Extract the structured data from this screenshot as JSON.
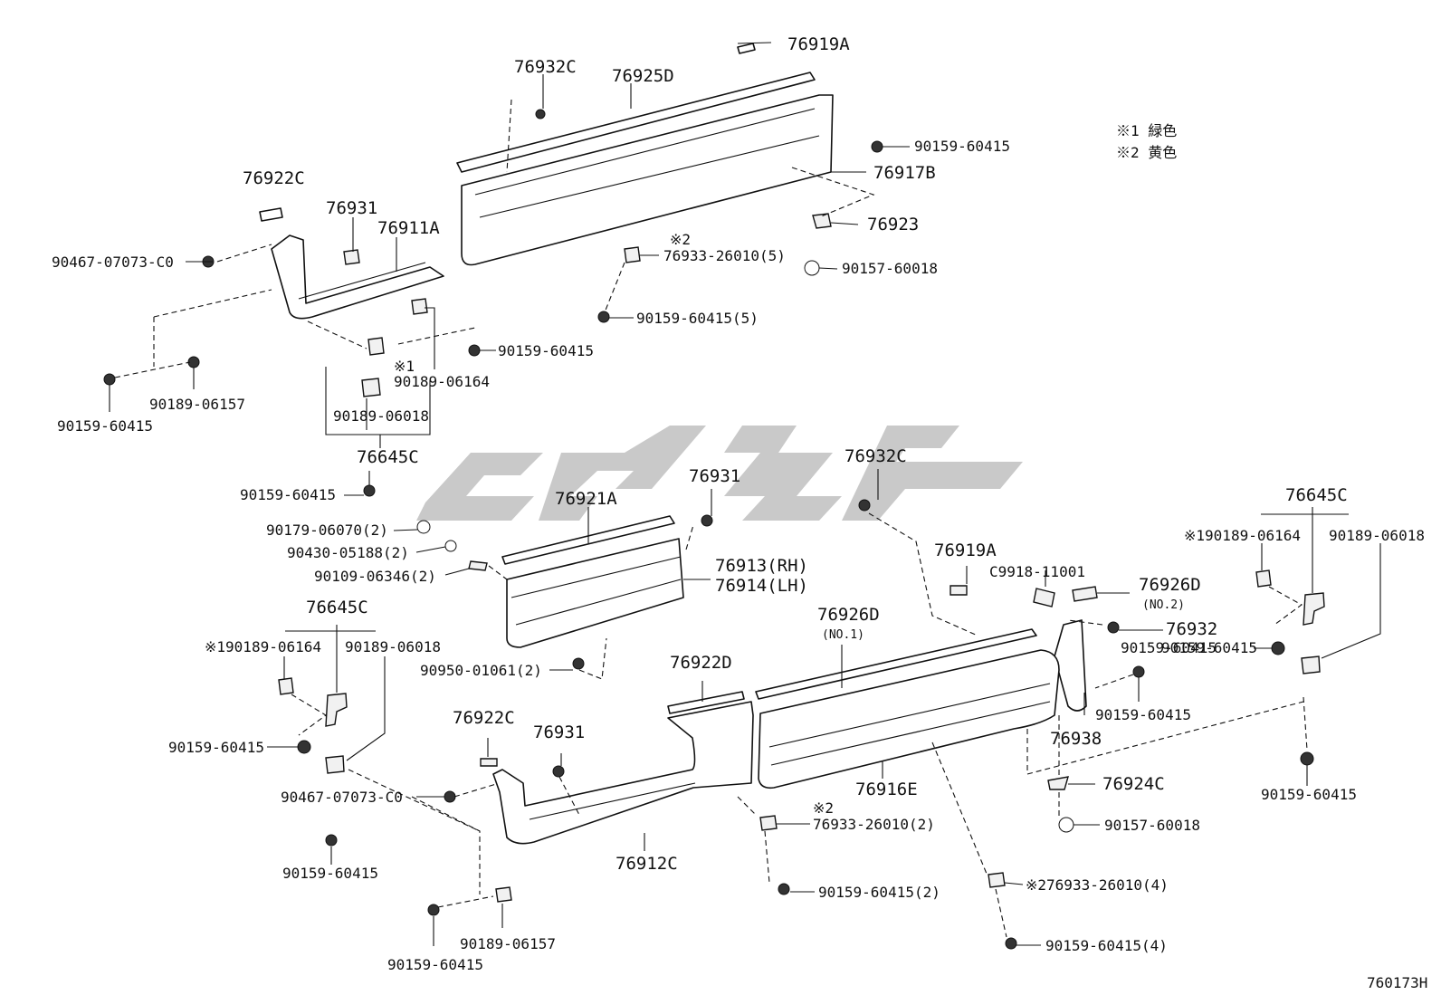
{
  "legend": {
    "note1": "※1 緑色",
    "note2": "※2 黄色"
  },
  "diagram_code": "760173H",
  "upper_assembly": {
    "p76919A": "76919A",
    "p76932C": "76932C",
    "p76925D": "76925D",
    "p90159_60415_a": "90159-60415",
    "p76917B": "76917B",
    "p76923": "76923",
    "p90157_60018": "90157-60018",
    "mark2": "※2",
    "p76933_26010_5": "76933-26010(5)",
    "p90159_60415_5": "90159-60415(5)",
    "p76922C": "76922C",
    "p76931": "76931",
    "p76911A": "76911A",
    "p90467_07073": "90467-07073-C0",
    "p90159_60415_b": "90159-60415",
    "mark1": "※1",
    "p90189_06164": "90189-06164",
    "p90189_06018": "90189-06018",
    "p90189_06157": "90189-06157",
    "p90159_60415_c": "90159-60415",
    "p76645C": "76645C"
  },
  "middle_assembly": {
    "p90159_60415": "90159-60415",
    "p76921A": "76921A",
    "p76931": "76931",
    "p76932C": "76932C",
    "p90179_06070": "90179-06070(2)",
    "p90430_05188": "90430-05188(2)",
    "p90109_06346": "90109-06346(2)",
    "p76913": "76913(RH)",
    "p76914": "76914(LH)",
    "p90950_01061": "90950-01061(2)",
    "p76919A": "76919A",
    "pC9918": "C9918-11001",
    "p76926D_2": "76926D",
    "no2": "(NO.2)",
    "p76926D_1": "76926D",
    "no1": "(NO.1)",
    "p76932": "76932",
    "p90159_60415_r1": "90159-60415",
    "p90159_60415_r2": "90159-60415",
    "p76938": "76938",
    "p76924C": "76924C",
    "p90157_60018": "90157-60018"
  },
  "right_assembly": {
    "p76645C": "76645C",
    "p90189_06164": "※190189-06164",
    "p90189_06018": "90189-06018",
    "p90159_60415_a": "90159-60415",
    "p90159_60415_b": "90159-60415"
  },
  "lower_assembly": {
    "p76645C": "76645C",
    "p90189_06164": "※190189-06164",
    "p90189_06018": "90189-06018",
    "p90159_60415_a": "90159-60415",
    "p76922D": "76922D",
    "p76922C": "76922C",
    "p76931": "76931",
    "p90467_07073": "90467-07073-C0",
    "p90159_60415_b": "90159-60415",
    "p76916E": "76916E",
    "mark2a": "※2",
    "p76933_26010_2": "76933-26010(2)",
    "p76912C": "76912C",
    "p90159_60415_2": "90159-60415(2)",
    "p76933_26010_4": "※276933-26010(4)",
    "p90159_60415_4": "90159-60415(4)",
    "p90189_06157": "90189-06157",
    "p90159_60415_c": "90159-60415"
  }
}
